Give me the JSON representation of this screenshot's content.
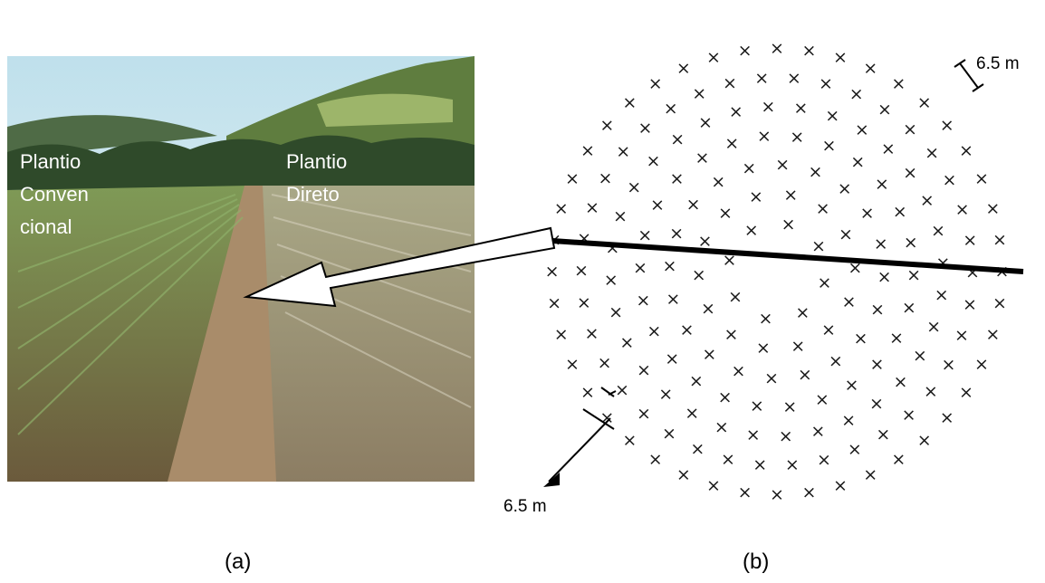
{
  "figure": {
    "panel_a": {
      "caption": "(a)",
      "label_conventional": [
        "Plantio",
        "Conven",
        "cional"
      ],
      "label_direct": [
        "Plantio",
        "Direto"
      ]
    },
    "panel_b": {
      "caption": "(b)",
      "spacing_label_top": "6.5 m",
      "spacing_label_bottom": "6.5 m",
      "point_marker": "×",
      "point_layout": "concentric rings of sampling points forming a circle",
      "transect_line": "thick black line crossing the circle",
      "arrow": "white arrow pointing from the transect line to the photo"
    }
  }
}
